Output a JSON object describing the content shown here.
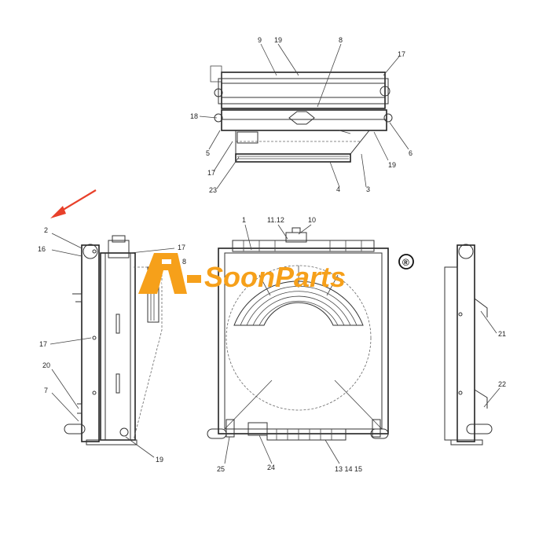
{
  "brand": {
    "name": "SoonParts",
    "registered": "®",
    "color": "#f6a01a",
    "arrow_color": "#e8402a"
  },
  "callouts": {
    "top": [
      "9",
      "19",
      "8",
      "17",
      "18",
      "5",
      "17",
      "23",
      "4",
      "3",
      "19",
      "6"
    ],
    "left": [
      "2",
      "16",
      "17",
      "8",
      "17",
      "20",
      "7",
      "19"
    ],
    "center": [
      "1",
      "11.12",
      "10",
      "25",
      "24",
      "13 14 15"
    ],
    "right": [
      "21",
      "22"
    ]
  }
}
